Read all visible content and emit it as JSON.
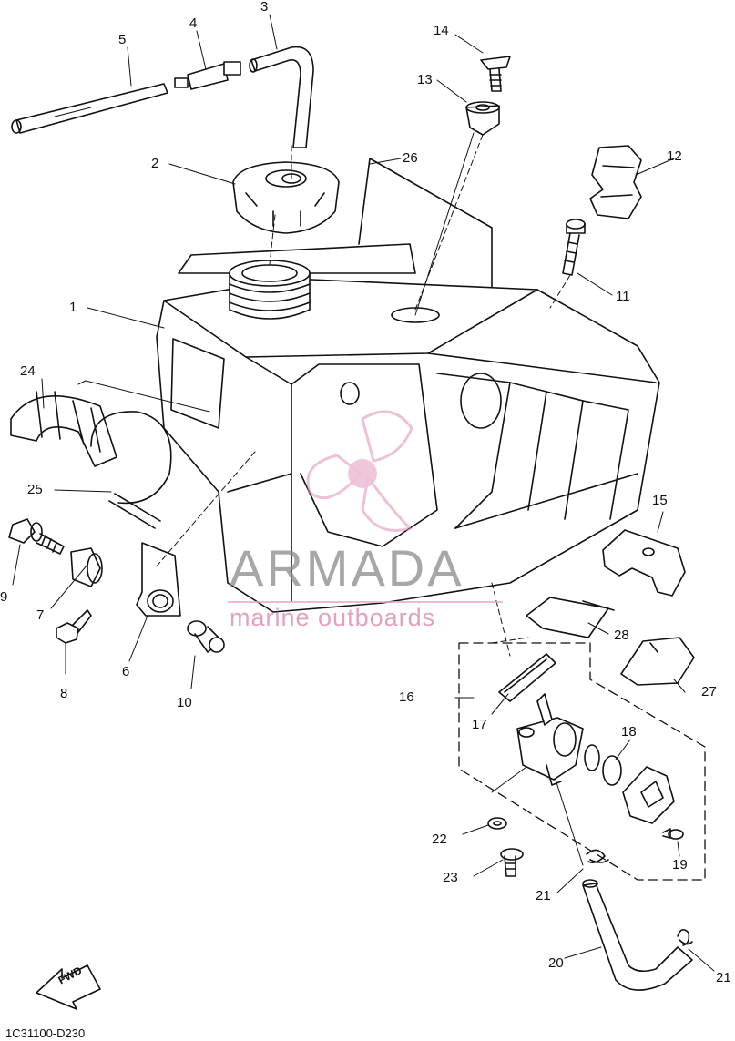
{
  "callouts": [
    {
      "id": "1",
      "text": "1"
    },
    {
      "id": "2",
      "text": "2"
    },
    {
      "id": "3",
      "text": "3"
    },
    {
      "id": "4",
      "text": "4"
    },
    {
      "id": "5",
      "text": "5"
    },
    {
      "id": "6",
      "text": "6"
    },
    {
      "id": "7",
      "text": "7"
    },
    {
      "id": "8",
      "text": "8"
    },
    {
      "id": "9",
      "text": "9"
    },
    {
      "id": "10",
      "text": "10"
    },
    {
      "id": "11",
      "text": "11"
    },
    {
      "id": "12",
      "text": "12"
    },
    {
      "id": "13",
      "text": "13"
    },
    {
      "id": "14",
      "text": "14"
    },
    {
      "id": "15",
      "text": "15"
    },
    {
      "id": "16",
      "text": "16"
    },
    {
      "id": "17",
      "text": "17"
    },
    {
      "id": "18",
      "text": "18"
    },
    {
      "id": "19",
      "text": "19"
    },
    {
      "id": "20",
      "text": "20"
    },
    {
      "id": "21a",
      "text": "21"
    },
    {
      "id": "21b",
      "text": "21"
    },
    {
      "id": "22",
      "text": "22"
    },
    {
      "id": "23",
      "text": "23"
    },
    {
      "id": "24",
      "text": "24"
    },
    {
      "id": "25",
      "text": "25"
    },
    {
      "id": "26",
      "text": "26"
    },
    {
      "id": "27",
      "text": "27"
    },
    {
      "id": "28",
      "text": "28"
    }
  ],
  "direction_arrow": {
    "text": "FWD"
  },
  "diagram_code": "1C31100-D230",
  "watermark": {
    "brand": "ARMADA",
    "tagline": "marine outboards",
    "color": "#e08fb8"
  }
}
